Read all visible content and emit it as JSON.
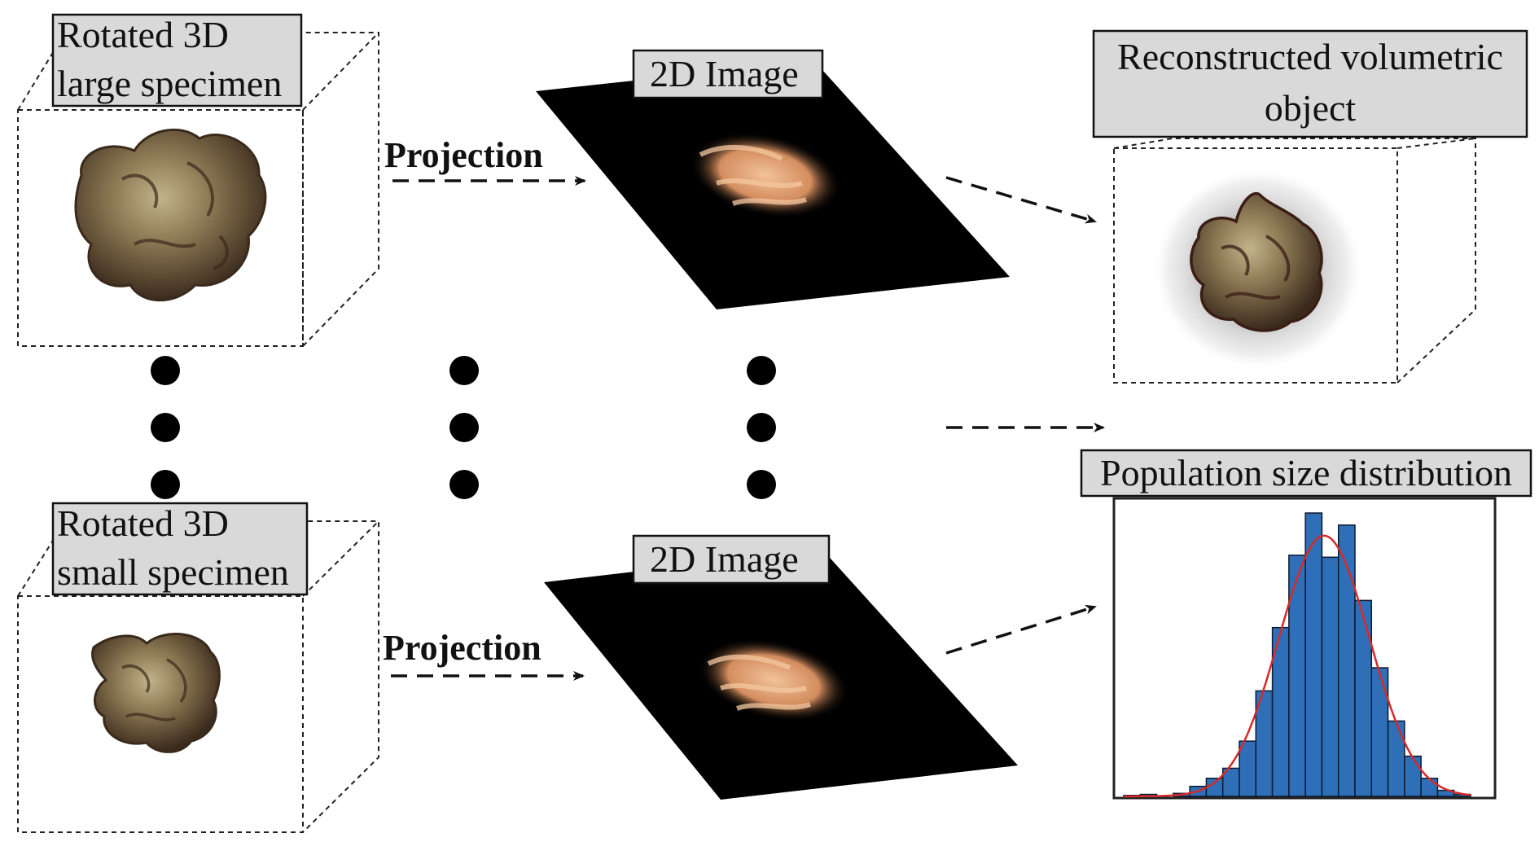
{
  "labels": {
    "large_specimen_line1": "Rotated 3D",
    "large_specimen_line2": "large specimen",
    "small_specimen_line1": "Rotated 3D",
    "small_specimen_line2": "small specimen",
    "image_top": "2D Image",
    "image_bottom": "2D Image",
    "reconstructed_line1": "Reconstructed volumetric",
    "reconstructed_line2": "object",
    "distribution": "Population size distribution"
  },
  "arrows": {
    "projection_top": "Projection",
    "projection_bottom": "Projection"
  },
  "colors": {
    "specimen": "#6b5a3e",
    "specimen_dark": "#3a2a1c",
    "projection_glow": "#e8a878",
    "plane": "#000000",
    "bars": "#2f6fb8",
    "fit_curve": "#d42a2a",
    "label_fill": "#d9d9d9"
  },
  "chart_data": {
    "type": "bar",
    "values": [
      1,
      2,
      0,
      3,
      10,
      18,
      28,
      55,
      105,
      168,
      240,
      282,
      238,
      270,
      195,
      128,
      75,
      40,
      18,
      6,
      2
    ],
    "fit": "gaussian"
  }
}
